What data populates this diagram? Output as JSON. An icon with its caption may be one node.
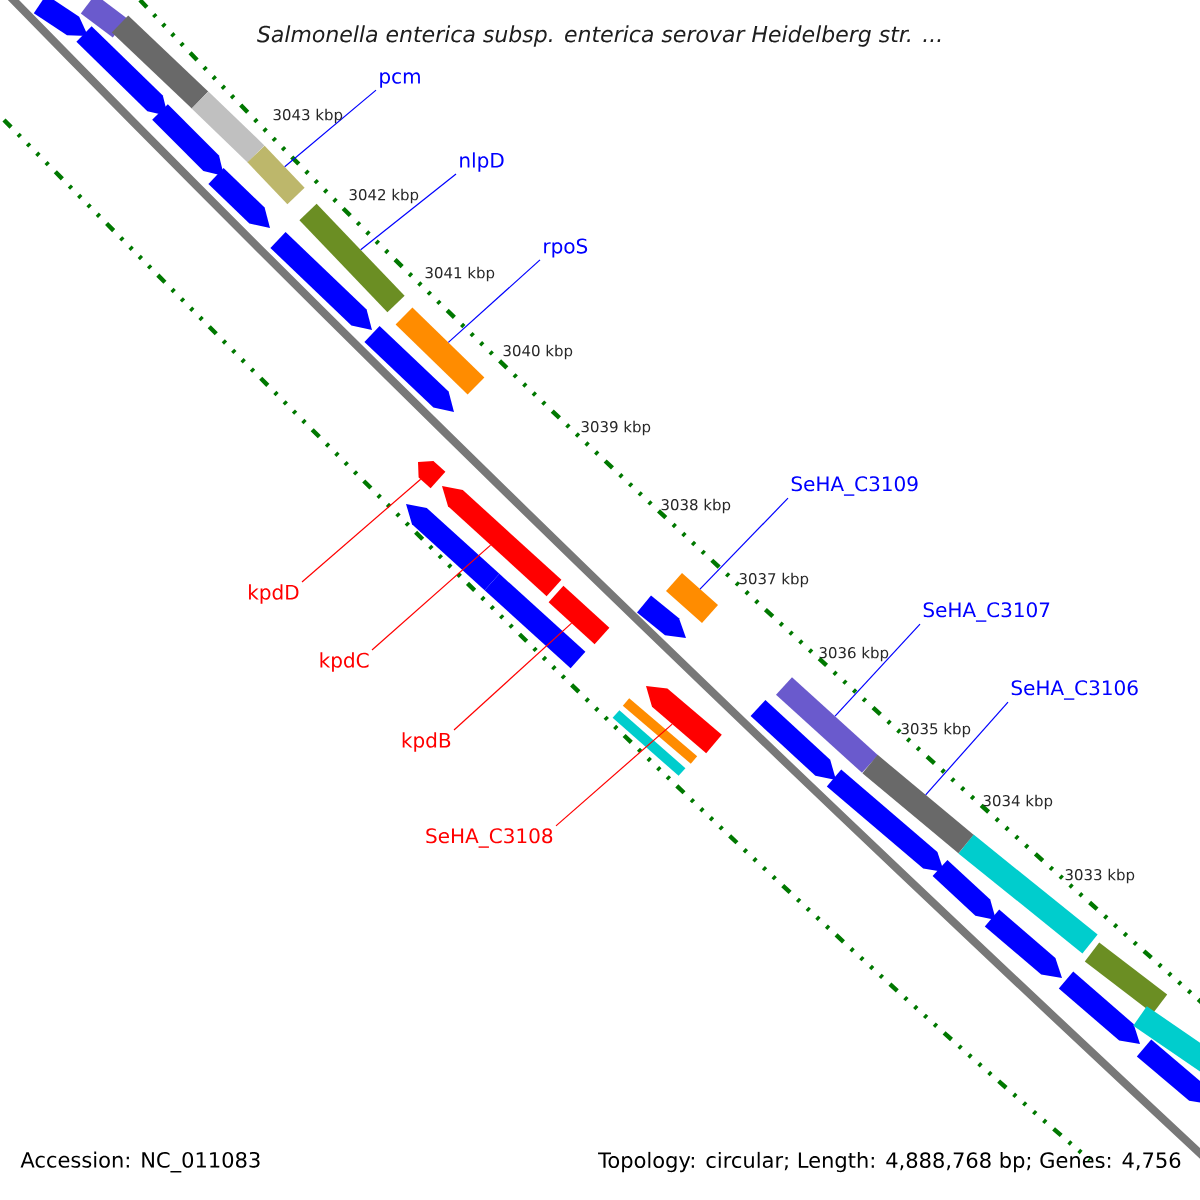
{
  "diagram": {
    "title": "Salmonella enterica subsp. enterica serovar Heidelberg str. ...",
    "nodes": [
      {
        "text": [
          "pcm"
        ]
      },
      {
        "text": [
          "nlpD"
        ]
      },
      {
        "text": [
          "rpoS"
        ]
      },
      {
        "text": [
          "SeHA_C3109"
        ]
      },
      {
        "text": [
          "kpdD"
        ]
      },
      {
        "text": [
          "SeHA_C3107"
        ]
      },
      {
        "text": [
          "kpdC"
        ]
      },
      {
        "text": [
          "SeHA_C3106"
        ]
      },
      {
        "text": [
          "kpdB"
        ]
      },
      {
        "text": [
          "SeHA_C3108"
        ]
      },
      {
        "text": [],
        "shape": "bar"
      },
      {
        "text": [],
        "shape": "bar"
      },
      {
        "text": [],
        "shape": "bar"
      },
      {
        "text": [],
        "shape": "bar"
      },
      {
        "text": [],
        "shape": "bar"
      },
      {
        "text": [],
        "shape": "bar"
      },
      {
        "text": [],
        "shape": "bar"
      },
      {
        "text": [],
        "shape": "bar"
      },
      {
        "text": [],
        "shape": "bar"
      },
      {
        "text": [],
        "shape": "bar"
      }
    ],
    "edges": [
      {
        "from": 0,
        "to": 10,
        "arrow": "none"
      },
      {
        "from": 1,
        "to": 11,
        "arrow": "none"
      },
      {
        "from": 2,
        "to": 12,
        "arrow": "none"
      },
      {
        "from": 3,
        "to": 15,
        "arrow": "none"
      },
      {
        "from": 4,
        "to": 13,
        "arrow": "none",
        "color": "#ff0000"
      },
      {
        "from": 5,
        "to": 18,
        "arrow": "none"
      },
      {
        "from": 6,
        "to": 14,
        "arrow": "none",
        "color": "#ff0000"
      },
      {
        "from": 7,
        "to": 19,
        "arrow": "none"
      },
      {
        "from": 8,
        "to": 16,
        "arrow": "none",
        "color": "#ff0000"
      },
      {
        "from": 9,
        "to": 17,
        "arrow": "none",
        "color": "#ff0000"
      }
    ],
    "labels": [
      "3043 kbp",
      "3042 kbp",
      "3041 kbp",
      "3040 kbp",
      "3039 kbp",
      "3038 kbp",
      "3037 kbp",
      "3036 kbp",
      "3035 kbp",
      "3034 kbp",
      "3033 kbp",
      "Accession: NC_011083",
      "Topology: circular; Length: 4,888,768 bp; Genes: 4,756"
    ]
  }
}
